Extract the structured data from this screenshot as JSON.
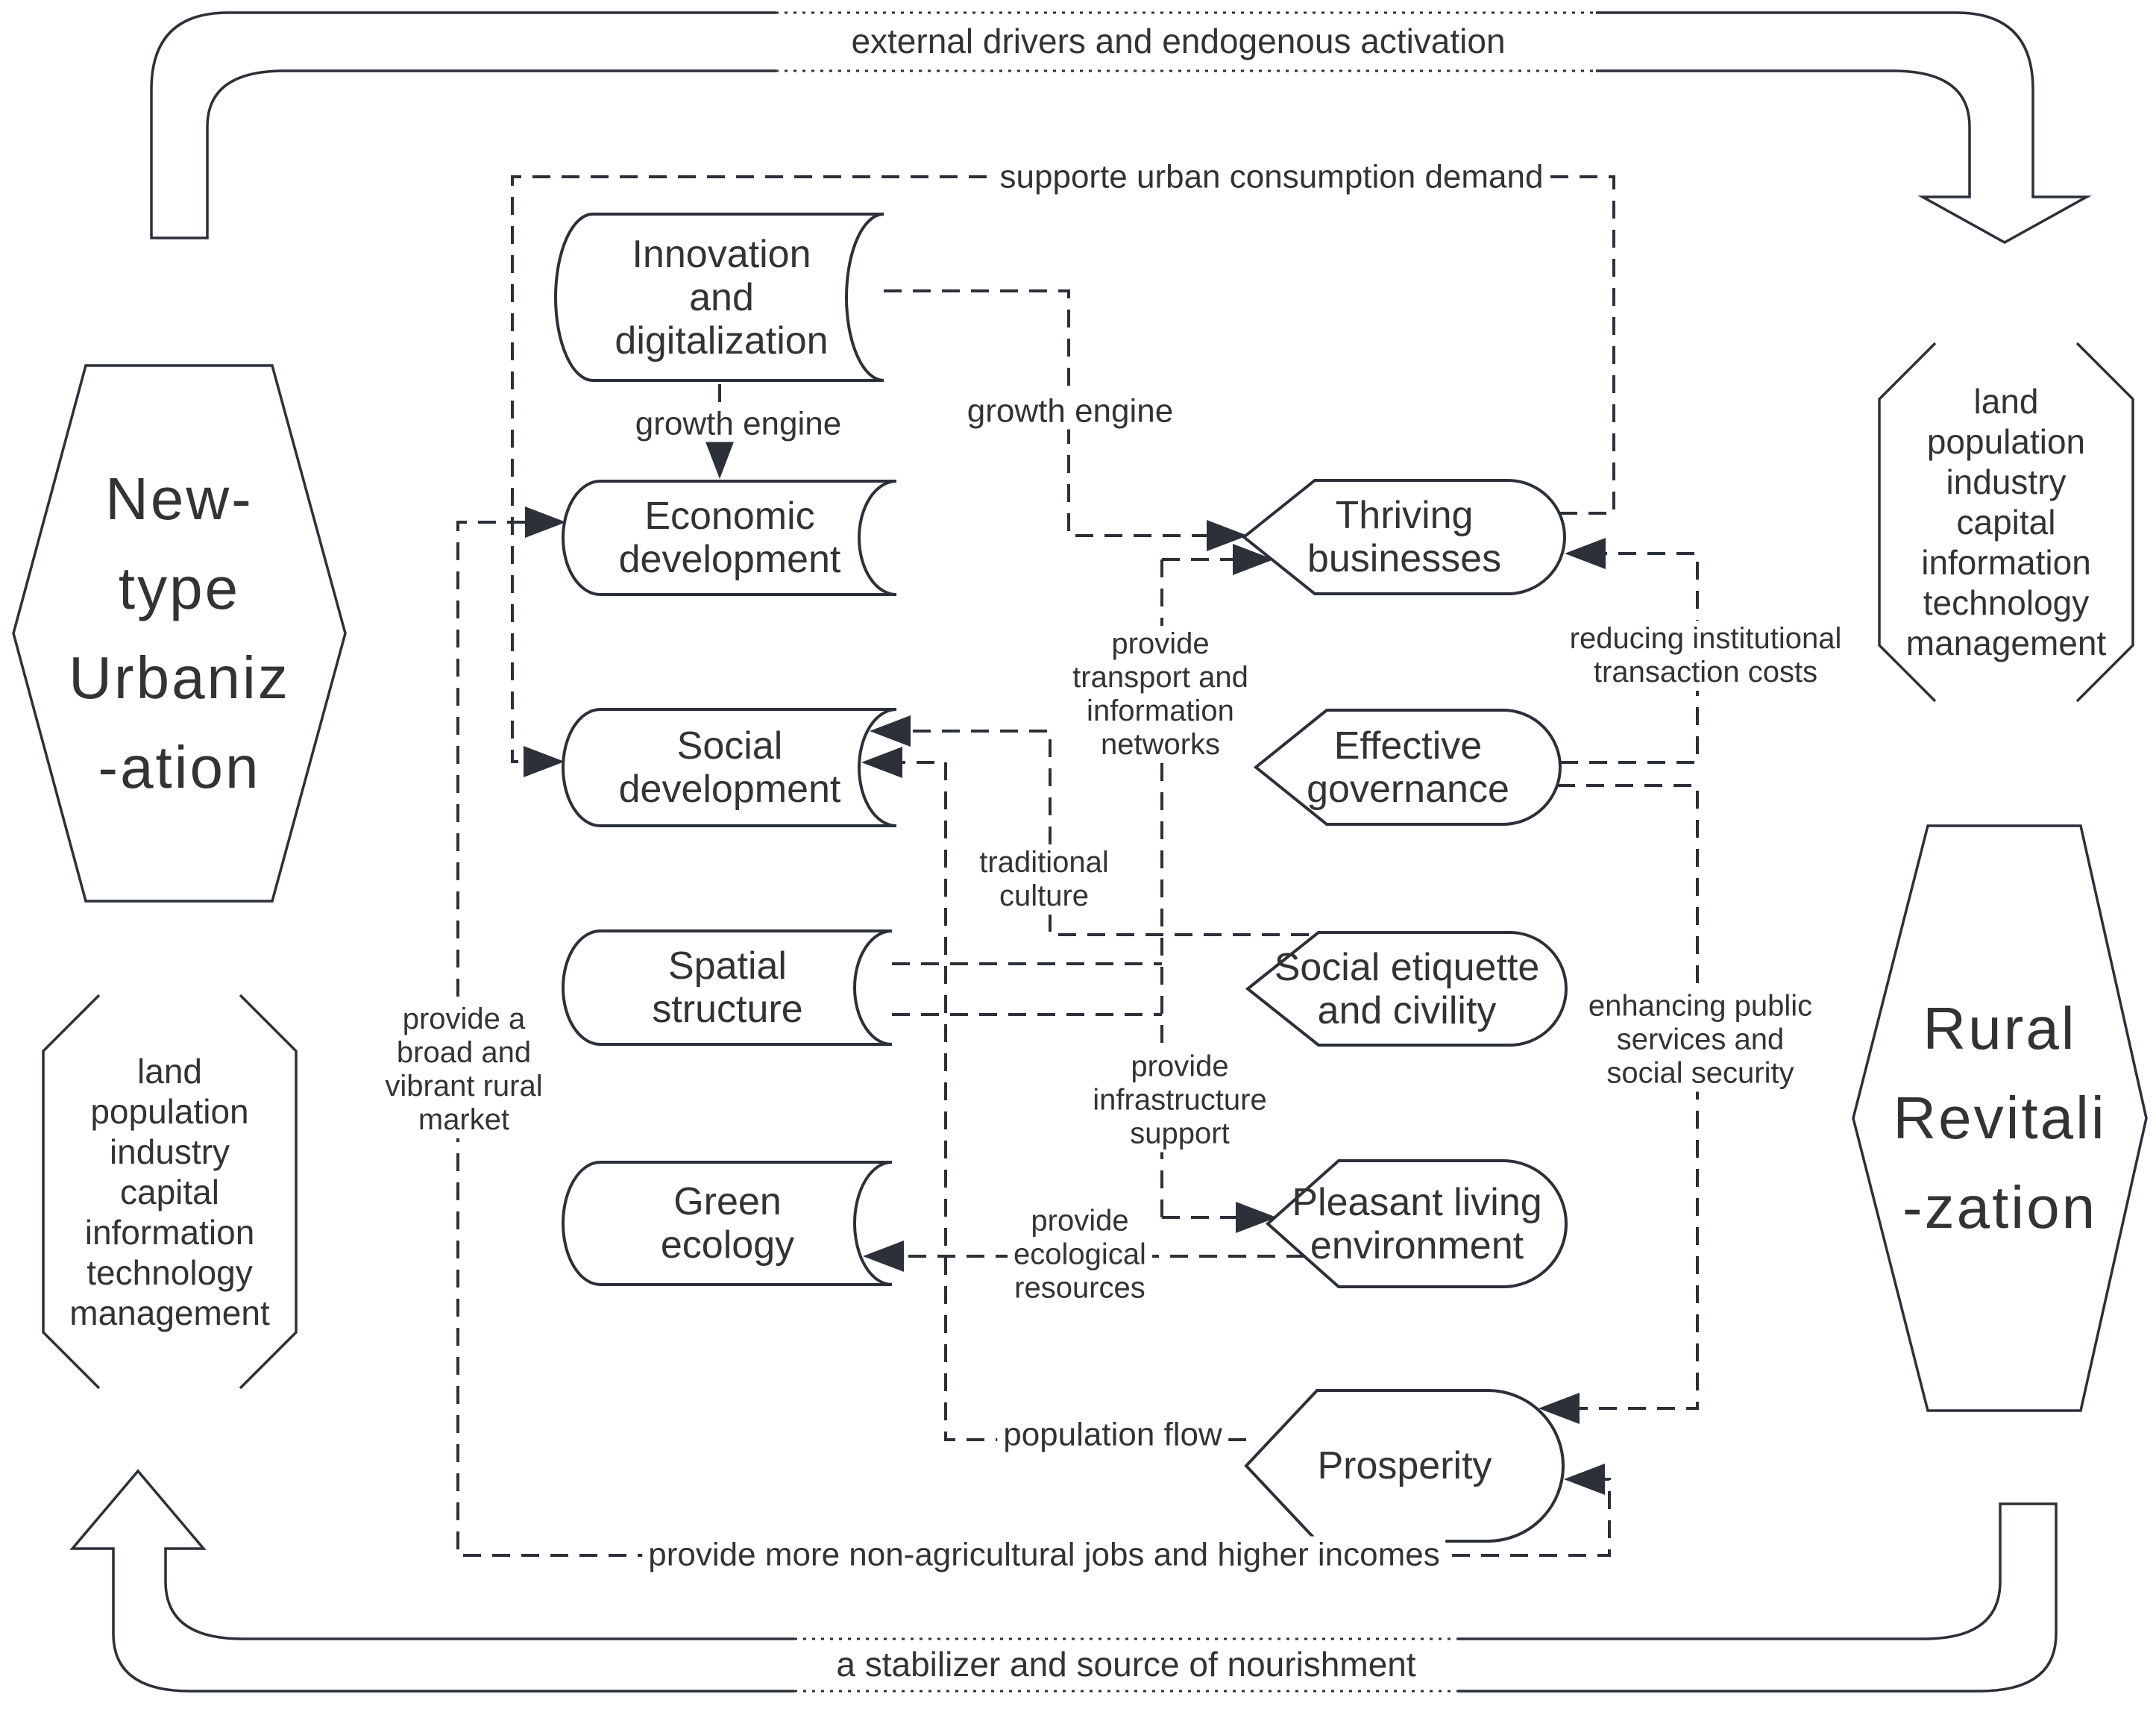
{
  "colors": {
    "stroke": "#2b3039",
    "text": "#333333",
    "background": "#ffffff"
  },
  "cycle": {
    "top_label": "external drivers and endogenous activation",
    "bottom_label": "a stabilizer and source of nourishment"
  },
  "hexagons": {
    "left": {
      "label": "New-\ntype\nUrbaniz\n-ation"
    },
    "right": {
      "label": "Rural\nRevitali\n-zation"
    }
  },
  "factor_lists": {
    "left": "land\npopulation\nindustry\ncapital\ninformation\ntechnology\nmanagement",
    "right": "land\npopulation\nindustry\ncapital\ninformation\ntechnology\nmanagement"
  },
  "urban_boxes": [
    {
      "label": "Innovation\nand\ndigitalization"
    },
    {
      "label": "Economic\ndevelopment"
    },
    {
      "label": "Social\ndevelopment"
    },
    {
      "label": "Spatial\nstructure"
    },
    {
      "label": "Green\necology"
    }
  ],
  "rural_boxes": [
    {
      "label": "Thriving\nbusinesses"
    },
    {
      "label": "Effective\ngovernance"
    },
    {
      "label": "Social etiquette\nand civility"
    },
    {
      "label": "Pleasant living\nenvironment"
    },
    {
      "label": "Prosperity"
    }
  ],
  "edge_labels": {
    "supporte": "supporte urban consumption demand",
    "growth_engine_1": "growth engine",
    "growth_engine_2": "growth engine",
    "transport": "provide\ntransport and\ninformation\nnetworks",
    "reducing": "reducing institutional\ntransaction costs",
    "traditional": "traditional\nculture",
    "enhancing": "enhancing public\nservices and\nsocial security",
    "infrastructure": "provide\ninfrastructure\nsupport",
    "ecological": "provide\necological\nresources",
    "population_flow": "population flow",
    "market": "provide a\nbroad and\nvibrant rural\nmarket",
    "jobs": "provide more non-agricultural jobs and higher incomes"
  }
}
